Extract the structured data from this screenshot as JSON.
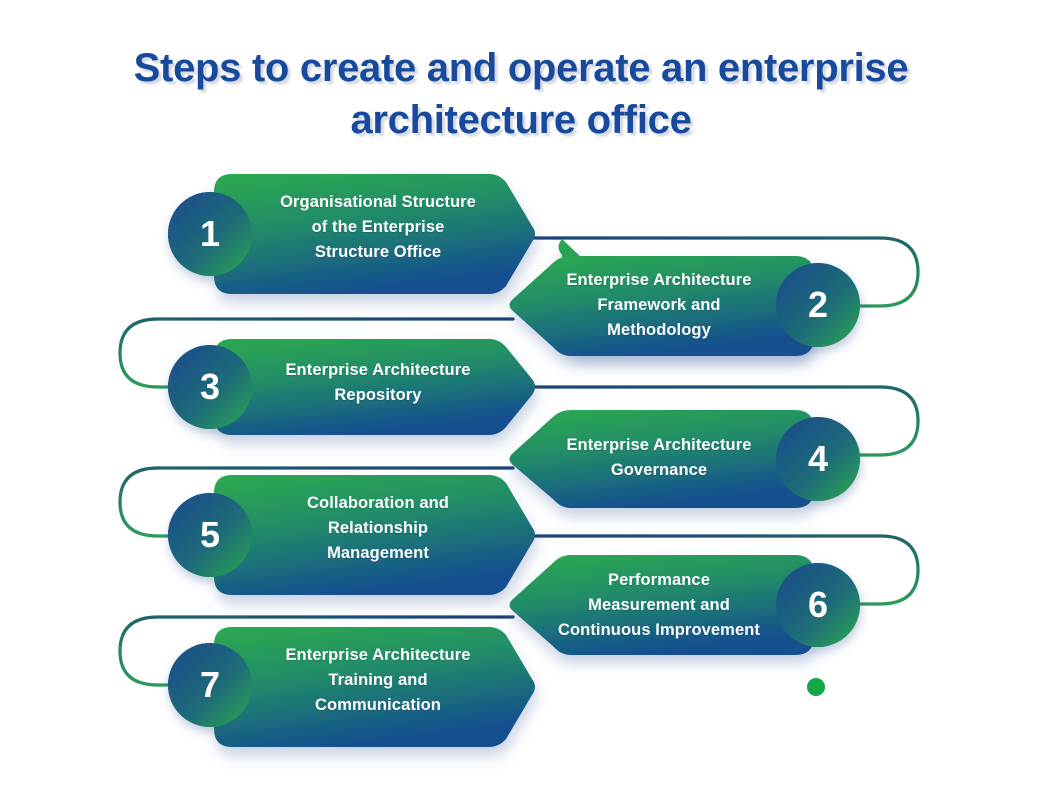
{
  "title": {
    "line1": "Steps to create and operate an enterprise",
    "line2": "architecture office"
  },
  "colors": {
    "title_blue": "#174A9C",
    "green": "#27A74A",
    "green_dark": "#1F8F56",
    "blue": "#1B5FA2",
    "blue_dark": "#124884",
    "connector_blue": "#1B3E7A",
    "connector_green": "#2C9D5B",
    "end_dot": "#16A64A",
    "shape_text": "#FFFFFF",
    "background": "#FFFFFF"
  },
  "flow": {
    "end_marker_name": "flow-end-dot"
  },
  "steps": [
    {
      "number": "1",
      "direction": "right",
      "lines": [
        "Organisational Structure",
        "of the Enterprise",
        "Structure Office"
      ]
    },
    {
      "number": "2",
      "direction": "left",
      "lines": [
        "Enterprise Architecture",
        "Framework and",
        "Methodology"
      ]
    },
    {
      "number": "3",
      "direction": "right",
      "lines": [
        "Enterprise Architecture",
        "Repository"
      ]
    },
    {
      "number": "4",
      "direction": "left",
      "lines": [
        "Enterprise Architecture",
        "Governance"
      ]
    },
    {
      "number": "5",
      "direction": "right",
      "lines": [
        "Collaboration and",
        "Relationship",
        "Management"
      ]
    },
    {
      "number": "6",
      "direction": "left",
      "lines": [
        "Performance",
        "Measurement and",
        "Continuous Improvement"
      ]
    },
    {
      "number": "7",
      "direction": "right",
      "lines": [
        "Enterprise Architecture",
        "Training and",
        "Communication"
      ]
    }
  ]
}
